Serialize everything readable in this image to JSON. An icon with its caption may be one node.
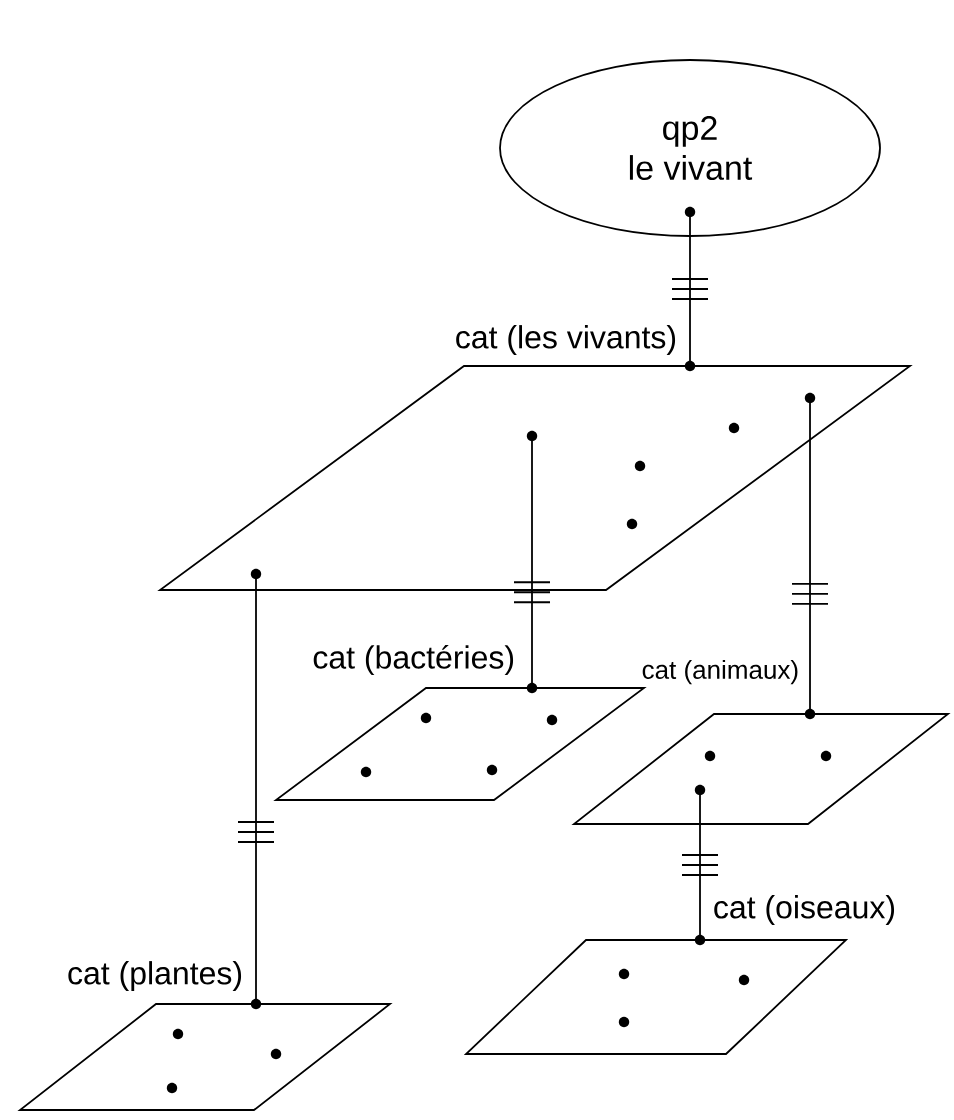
{
  "diagram": {
    "nodes": [
      {
        "text": [
          "qp2",
          "le vivant"
        ]
      },
      {
        "text": [
          "cat (les vivants)"
        ]
      },
      {
        "text": [
          "cat (bactéries)"
        ]
      },
      {
        "text": [
          "cat (animaux)"
        ]
      },
      {
        "text": [
          "cat (oiseaux)"
        ]
      },
      {
        "text": [
          "cat (plantes)"
        ]
      }
    ],
    "edges": [
      {
        "from": 0,
        "to": 1,
        "arrow": "none"
      },
      {
        "from": 1,
        "to": 2,
        "arrow": "none"
      },
      {
        "from": 1,
        "to": 3,
        "arrow": "none"
      },
      {
        "from": 1,
        "to": 5,
        "arrow": "none"
      },
      {
        "from": 3,
        "to": 4,
        "arrow": "none"
      }
    ]
  }
}
